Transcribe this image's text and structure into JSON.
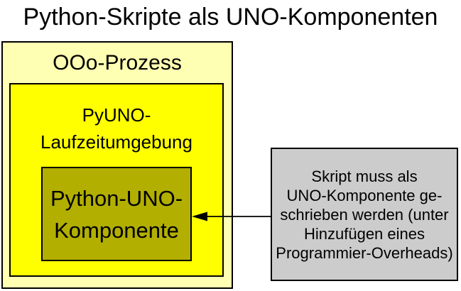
{
  "title": "Python-Skripte als UNO-Komponenten",
  "diagram": {
    "outer_box": {
      "label": "OOo-Prozess",
      "bg": "#FFFFB3"
    },
    "runtime_box": {
      "label_line1": "PyUNO-",
      "label_line2": "Laufzeitumgebung",
      "bg": "#FFFF00"
    },
    "component_box": {
      "label_line1": "Python-UNO-",
      "label_line2": "Komponente",
      "bg": "#B2AF00"
    },
    "note_box": {
      "bg": "#CCCCCC",
      "lines": [
        "Skript muss als",
        "UNO-Komponente ge-",
        "schrieben werden (unter",
        "Hinzufügen eines",
        "Programmier-Overheads)"
      ]
    },
    "arrow": {
      "color": "#000000"
    }
  }
}
